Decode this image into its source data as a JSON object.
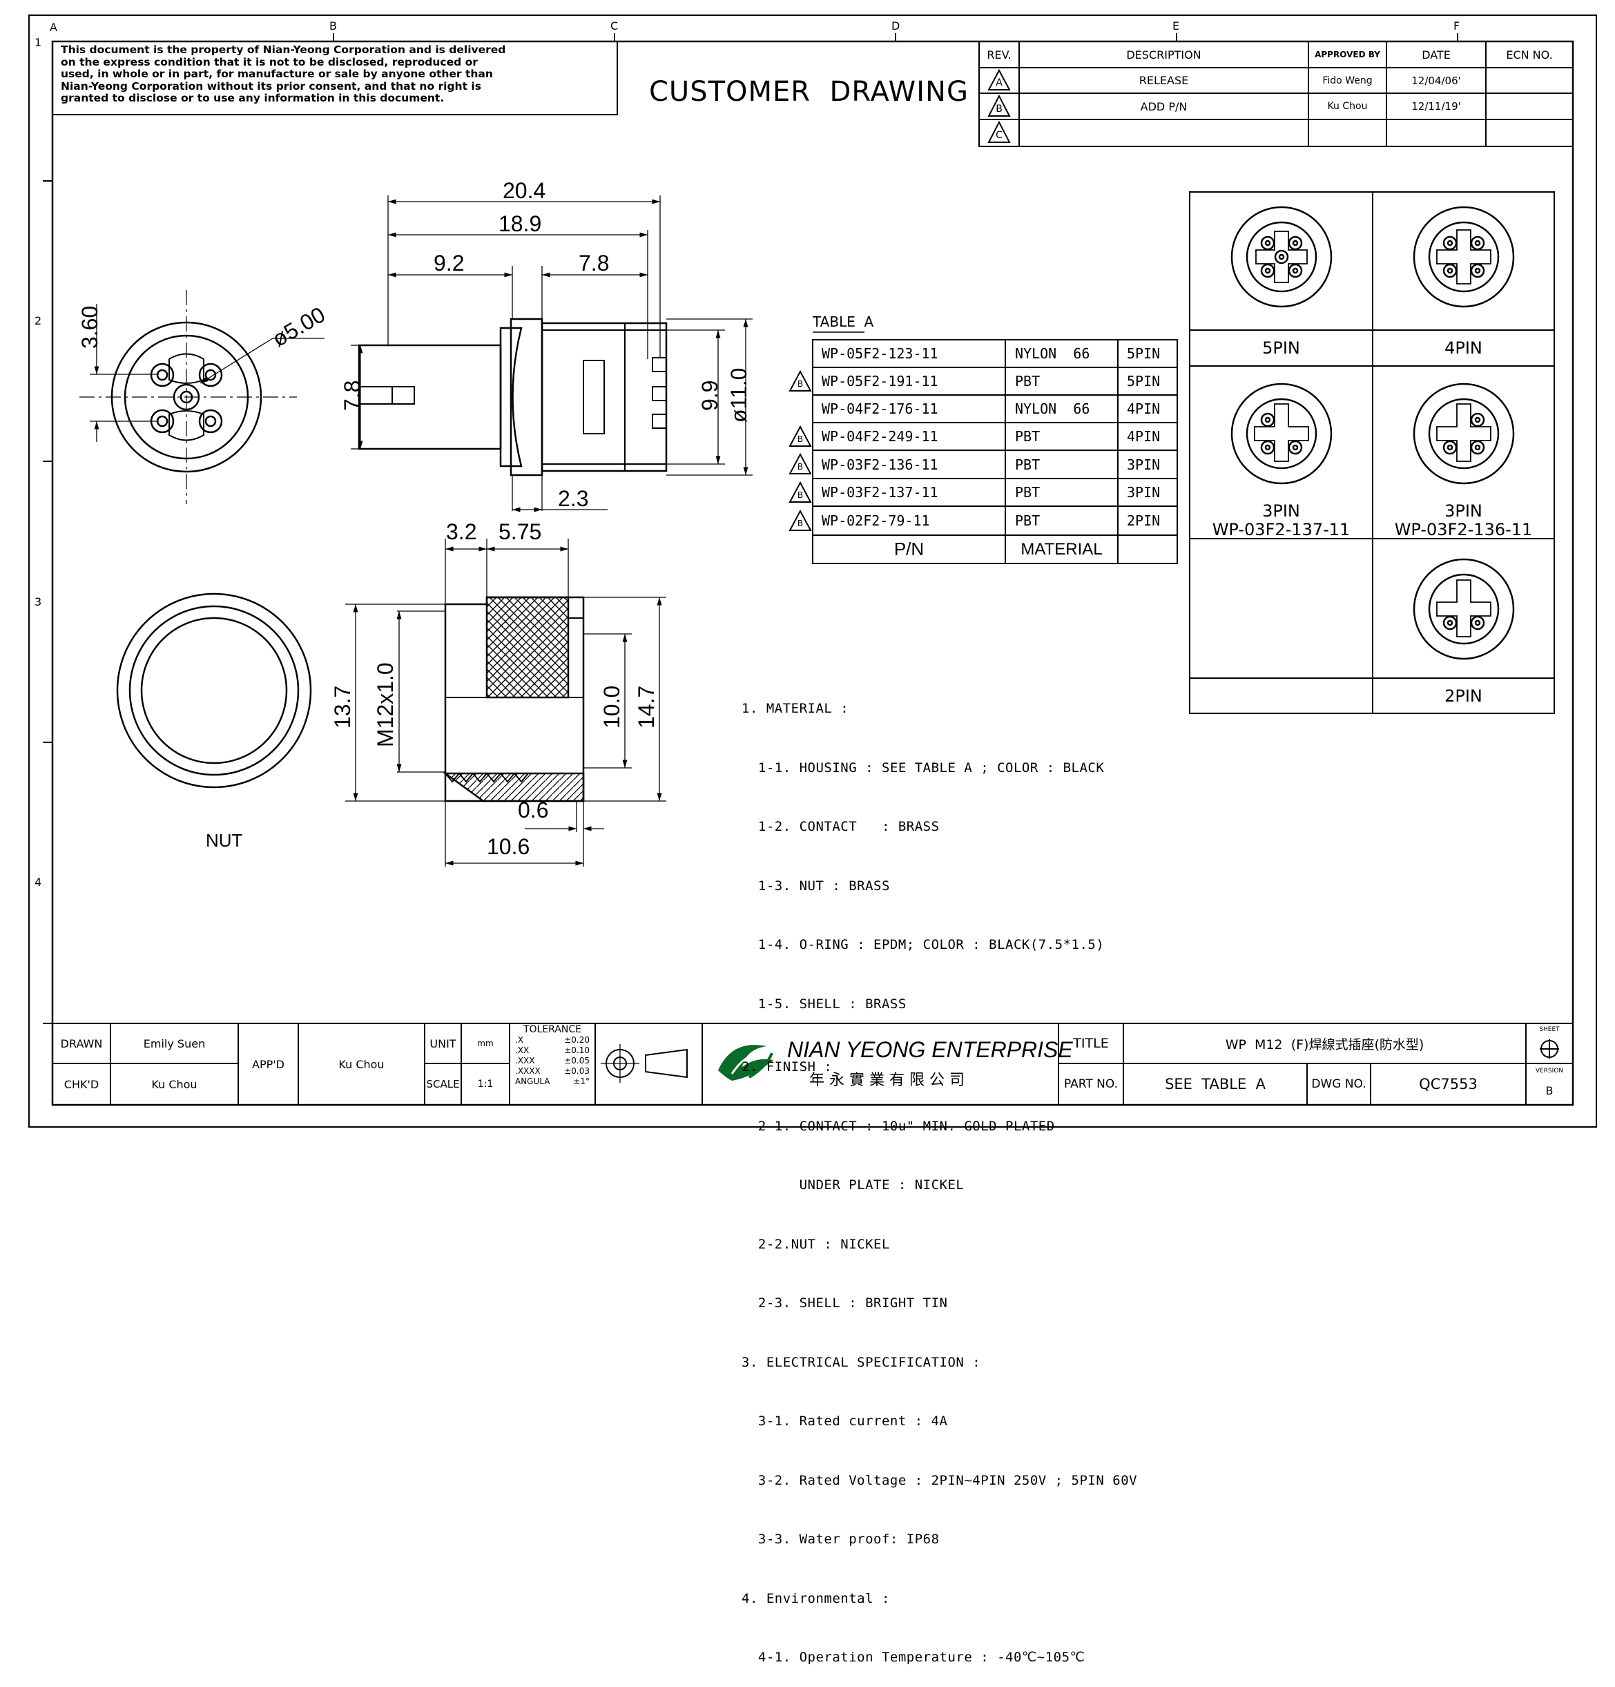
{
  "border": {
    "columns": [
      "A",
      "B",
      "C",
      "D",
      "E",
      "F"
    ],
    "rows": [
      "1",
      "2",
      "3",
      "4"
    ]
  },
  "notice": {
    "lines": [
      "This document is the property of Nian-Yeong Corporation and is delivered",
      "on  the  express condition that it is not to be disclosed, reproduced or",
      "used, in whole or in part, for manufacture or sale by anyone other than",
      "Nian-Yeong Corporation without  its prior consent, and that  no right  is",
      "granted to disclose or to use any information in this  document."
    ]
  },
  "drawing_title": "CUSTOMER  DRAWING",
  "revision_table": {
    "headers": [
      "REV.",
      "DESCRIPTION",
      "APPROVED BY",
      "DATE",
      "ECN NO."
    ],
    "rows": [
      {
        "rev": "A",
        "description": "RELEASE",
        "approved_by": "Fido Weng",
        "date": "12/04/06'",
        "ecn": ""
      },
      {
        "rev": "B",
        "description": "ADD P/N",
        "approved_by": "Ku Chou",
        "date": "12/11/19'",
        "ecn": ""
      },
      {
        "rev": "C",
        "description": "",
        "approved_by": "",
        "date": "",
        "ecn": ""
      }
    ]
  },
  "dimensions": {
    "d_20_4": "20.4",
    "d_18_9": "18.9",
    "d_9_2": "9.2",
    "d_7_8_top": "7.8",
    "d_9_9": "9.9",
    "d_11_0": "ø11.0",
    "d_7_8_side": "7.8",
    "d_2_3": "2.3",
    "d_3_60": "3.60",
    "d_5_00": "ø5.00",
    "d_3_2": "3.2",
    "d_5_75": "5.75",
    "d_13_7": "13.7",
    "d_m12": "M12x1.0",
    "d_10_0": "10.0",
    "d_14_7": "14.7",
    "d_0_6": "0.6",
    "d_10_6": "10.6",
    "nut_label": "NUT"
  },
  "table_a": {
    "title": "TABLE  A",
    "rows": [
      {
        "rev": "",
        "pn": "WP-05F2-123-11",
        "material": "NYLON  66",
        "pins": "5PIN"
      },
      {
        "rev": "B",
        "pn": "WP-05F2-191-11",
        "material": "PBT",
        "pins": "5PIN"
      },
      {
        "rev": "",
        "pn": "WP-04F2-176-11",
        "material": "NYLON  66",
        "pins": "4PIN"
      },
      {
        "rev": "B",
        "pn": "WP-04F2-249-11",
        "material": "PBT",
        "pins": "4PIN"
      },
      {
        "rev": "B",
        "pn": "WP-03F2-136-11",
        "material": "PBT",
        "pins": "3PIN"
      },
      {
        "rev": "B",
        "pn": "WP-03F2-137-11",
        "material": "PBT",
        "pins": "3PIN"
      },
      {
        "rev": "B",
        "pn": "WP-02F2-79-11",
        "material": "PBT",
        "pins": "2PIN"
      }
    ],
    "footer": {
      "pn": "P/N",
      "material": "MATERIAL",
      "pins": ""
    }
  },
  "pin_grid": {
    "p5": "5PIN",
    "p4": "4PIN",
    "p3a": "3PIN",
    "p3a_pn": "WP-03F2-137-11",
    "p3b": "3PIN",
    "p3b_pn": "WP-03F2-136-11",
    "p2": "2PIN"
  },
  "notes": [
    "1. MATERIAL :",
    "  1-1. HOUSING : SEE TABLE A ; COLOR : BLACK",
    "  1-2. CONTACT   : BRASS",
    "  1-3. NUT : BRASS",
    "  1-4. O-RING : EPDM; COLOR : BLACK(7.5*1.5)",
    "  1-5. SHELL : BRASS",
    "2. FINISH :",
    "  2-1. CONTACT : 10u\" MIN. GOLD PLATED",
    "       UNDER PLATE : NICKEL",
    "  2-2.NUT : NICKEL",
    "  2-3. SHELL : BRIGHT TIN",
    "3. ELECTRICAL SPECIFICATION :",
    "  3-1. Rated current : 4A",
    "  3-2. Rated Voltage : 2PIN~4PIN 250V ; 5PIN 60V",
    "  3-3. Water proof: IP68",
    "4. Environmental :",
    "  4-1. Operation Temperature : -40℃~105℃"
  ],
  "title_block": {
    "drawn_label": "DRAWN",
    "drawn_value": "Emily Suen",
    "chkd_label": "CHK'D",
    "chkd_value": "Ku Chou",
    "appd_label": "APP'D",
    "appd_value": "Ku Chou",
    "unit_label": "UNIT",
    "unit_value": "mm",
    "scale_label": "SCALE",
    "scale_value": "1:1",
    "tolerance_title": "TOLERANCE",
    "tolerance_rows": [
      {
        "k": ".X",
        "v": "±0.20"
      },
      {
        "k": ".XX",
        "v": "±0.10"
      },
      {
        "k": ".XXX",
        "v": "±0.05"
      },
      {
        "k": ".XXXX",
        "v": "±0.03"
      },
      {
        "k": "ANGULA",
        "v": "±1°"
      }
    ],
    "company_en": "NIAN YEONG ENTERPRISE",
    "company_cn": "年 永 實 業 有 限 公 司",
    "title_label": "TITLE",
    "title_value": "WP  M12  (F)焊線式插座(防水型)",
    "partno_label": "PART NO.",
    "partno_value": "SEE  TABLE  A",
    "dwgno_label": "DWG NO.",
    "dwgno_value": "QC7553",
    "sheet_label": "SHEET",
    "version_label": "VERSION",
    "version_value": "B"
  }
}
